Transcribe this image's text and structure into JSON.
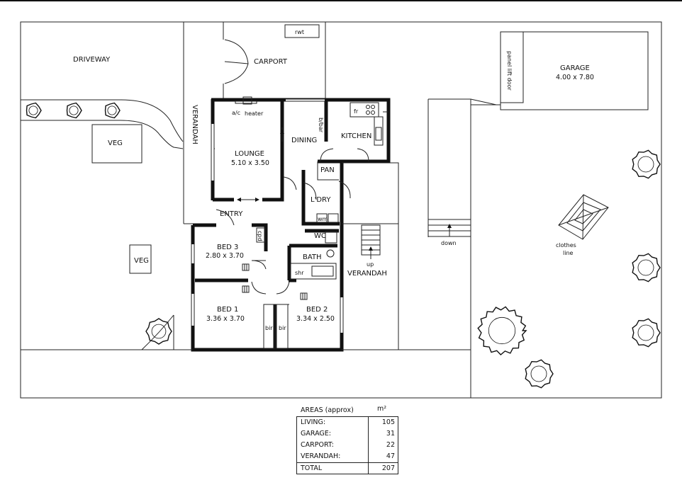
{
  "rooms": {
    "driveway": "DRIVEWAY",
    "carport": "CARPORT",
    "rwt": "rwt",
    "veg1": "VEG",
    "veg2": "VEG",
    "verandah_side": "VERANDAH",
    "ac": "a/c",
    "heater": "heater",
    "lounge": "LOUNGE",
    "lounge_dim": "5.10 x 3.50",
    "dining": "DINING",
    "bbar": "b/bar",
    "kitchen": "KITCHEN",
    "fr": "fr",
    "pan": "PAN",
    "ldry": "L'DRY",
    "wm": "wm",
    "entry": "ENTRY",
    "bed3": "BED 3",
    "bed3_dim": "2.80 x 3.70",
    "cpd": "cpd",
    "wc": "WC",
    "bath": "BATH",
    "shr": "shr",
    "up": "up",
    "verandah_rear": "VERANDAH",
    "bed1": "BED 1",
    "bed1_dim": "3.36 x 3.70",
    "bir1": "bir",
    "bir2": "bir",
    "bed2": "BED 2",
    "bed2_dim": "3.34 x 2.50",
    "down": "down",
    "garage": "GARAGE",
    "garage_dim": "4.00 x 7.80",
    "panel_lift": "panel lift door",
    "clothes_line": "clothes",
    "clothes_line2": "line"
  },
  "areas": {
    "title": "AREAS (approx)",
    "unit": "m²",
    "rows": [
      {
        "label": "LIVING:",
        "value": "105"
      },
      {
        "label": "GARAGE:",
        "value": "31"
      },
      {
        "label": "CARPORT:",
        "value": "22"
      },
      {
        "label": "VERANDAH:",
        "value": "47"
      }
    ],
    "total_label": "TOTAL",
    "total_value": "207"
  },
  "colors": {
    "ink": "#111111",
    "paper": "#ffffff"
  },
  "icons": [
    "tree-icon",
    "hills-hoist-icon"
  ]
}
